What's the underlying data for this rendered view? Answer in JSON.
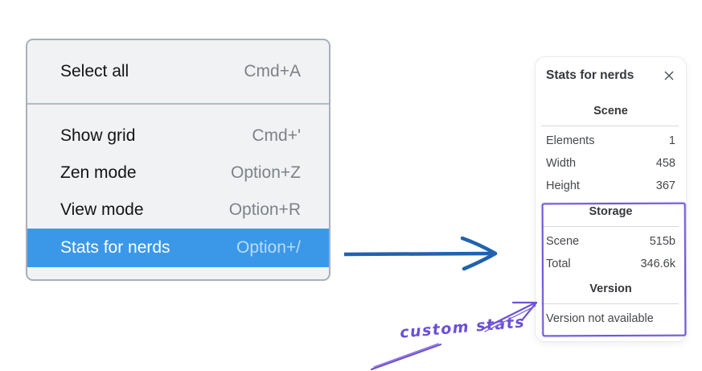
{
  "menu": {
    "items": [
      {
        "label": "Select all",
        "shortcut": "Cmd+A"
      },
      {
        "label": "Show grid",
        "shortcut": "Cmd+'"
      },
      {
        "label": "Zen mode",
        "shortcut": "Option+Z"
      },
      {
        "label": "View mode",
        "shortcut": "Option+R"
      },
      {
        "label": "Stats for nerds",
        "shortcut": "Option+/",
        "selected": true
      }
    ]
  },
  "stats_panel": {
    "title": "Stats for nerds",
    "scene": {
      "header": "Scene",
      "rows": [
        {
          "label": "Elements",
          "value": "1"
        },
        {
          "label": "Width",
          "value": "458"
        },
        {
          "label": "Height",
          "value": "367"
        }
      ]
    },
    "storage": {
      "header": "Storage",
      "rows": [
        {
          "label": "Scene",
          "value": "515b"
        },
        {
          "label": "Total",
          "value": "346.6k"
        }
      ]
    },
    "version": {
      "header": "Version",
      "note": "Version not available"
    }
  },
  "annotation": {
    "label": "custom stats"
  },
  "colors": {
    "menu_highlight": "#3b98e8",
    "menu_bg": "#f1f2f4",
    "arrow_blue": "#2262ad",
    "annotation_purple": "#6e52d4",
    "highlight_box_purple": "#7157d9"
  }
}
